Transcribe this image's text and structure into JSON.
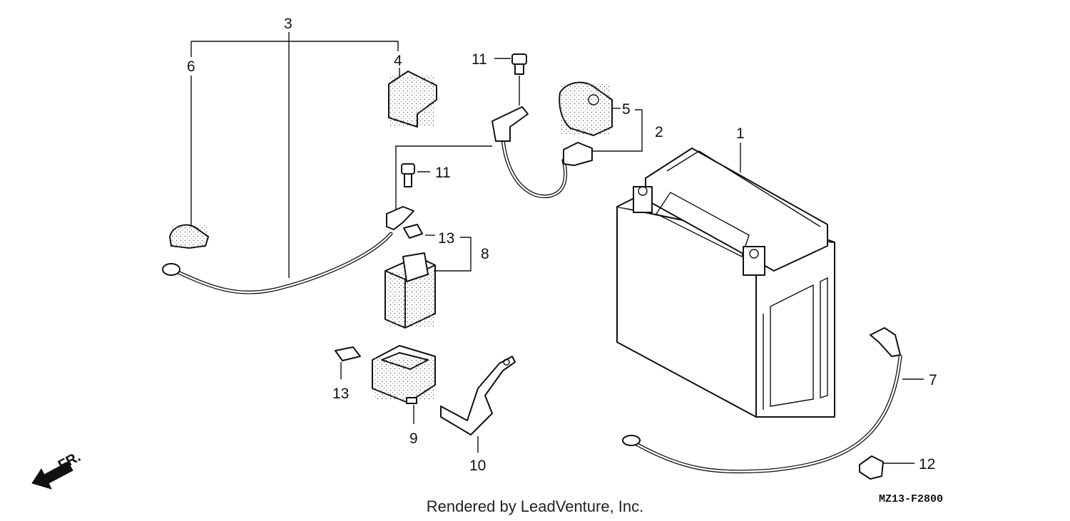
{
  "callouts": [
    {
      "id": "1",
      "label": "1"
    },
    {
      "id": "2",
      "label": "2"
    },
    {
      "id": "3",
      "label": "3"
    },
    {
      "id": "4",
      "label": "4"
    },
    {
      "id": "5",
      "label": "5"
    },
    {
      "id": "6",
      "label": "6"
    },
    {
      "id": "7",
      "label": "7"
    },
    {
      "id": "8",
      "label": "8"
    },
    {
      "id": "9",
      "label": "9"
    },
    {
      "id": "10",
      "label": "10"
    },
    {
      "id": "11a",
      "label": "11"
    },
    {
      "id": "11b",
      "label": "11"
    },
    {
      "id": "12",
      "label": "12"
    },
    {
      "id": "13a",
      "label": "13"
    },
    {
      "id": "13b",
      "label": "13"
    }
  ],
  "direction_label": "FR.",
  "credit": "Rendered by LeadVenture, Inc.",
  "diagram_code": "MZ13-F2800"
}
